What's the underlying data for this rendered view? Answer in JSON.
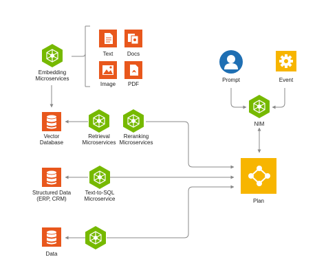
{
  "nodes": {
    "embedding": {
      "label_line1": "Embedding",
      "label_line2": "Microservices",
      "icon": "nim-hex-icon"
    },
    "text": {
      "label": "Text",
      "icon": "text-document-icon"
    },
    "docs": {
      "label": "Docs",
      "icon": "docs-icon"
    },
    "image": {
      "label": "Image",
      "icon": "image-icon"
    },
    "pdf": {
      "label": "PDF",
      "icon": "pdf-icon"
    },
    "vector_db": {
      "label_line1": "Vector",
      "label_line2": "Database",
      "icon": "database-icon"
    },
    "retrieval": {
      "label_line1": "Retrieval",
      "label_line2": "Microservices",
      "icon": "nim-hex-icon"
    },
    "reranking": {
      "label_line1": "Reranking",
      "label_line2": "Microservices",
      "icon": "nim-hex-icon"
    },
    "structured": {
      "label_line1": "Structured Data",
      "label_line2": "(ERP, CRM)",
      "icon": "database-icon"
    },
    "text_to_sql": {
      "label_line1": "Text-to-SQL",
      "label_line2": "Microservice",
      "icon": "nim-hex-icon"
    },
    "data": {
      "label": "Data",
      "icon": "database-icon"
    },
    "data_service": {
      "icon": "nim-hex-icon"
    },
    "prompt": {
      "label": "Prompt",
      "icon": "user-icon"
    },
    "event": {
      "label": "Event",
      "icon": "gear-icon"
    },
    "nim": {
      "label": "NIM",
      "icon": "nim-hex-icon"
    },
    "plan": {
      "label": "Plan",
      "icon": "plan-network-icon"
    }
  },
  "colors": {
    "green": "#76b900",
    "green_dark": "#5f9600",
    "orange": "#e8571c",
    "blue": "#1f6fb3",
    "yellow": "#f7b500",
    "line": "#888888"
  }
}
